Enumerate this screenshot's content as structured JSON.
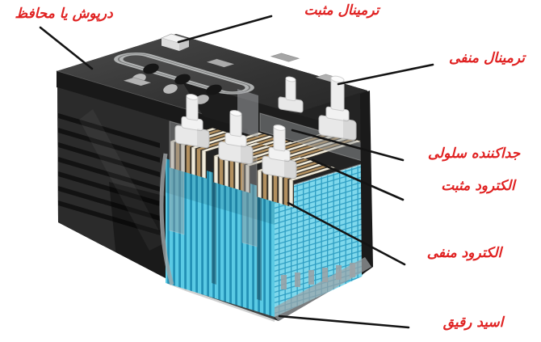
{
  "figure": {
    "type": "labeled-diagram",
    "subject": "lead-acid car battery cutaway",
    "background_color": "#ffffff",
    "annotation_color": "#e02222",
    "leader_line_color": "#141414",
    "palette": {
      "case_black": "#232323",
      "lid_gray": "#3a3a3a",
      "electrolyte_cyan": "#45bedd",
      "electrolyte_grid_cyan": "#7ed8ec",
      "plate_tan": "#b3905f",
      "plate_white": "#f0ead9",
      "terminal_white": "#ececec",
      "strap_gray": "#9aa0a3"
    },
    "labels": {
      "cap": "درپوش یا محافظ",
      "positive_terminal": "ترمینال مثبت",
      "negative_terminal": "ترمینال منفی",
      "cell_separator": "جداکننده سلولی",
      "positive_electrode": "الکترود مثبت",
      "negative_electrode": "الکترود منفی",
      "dilute_acid": "اسید رقیق"
    }
  }
}
